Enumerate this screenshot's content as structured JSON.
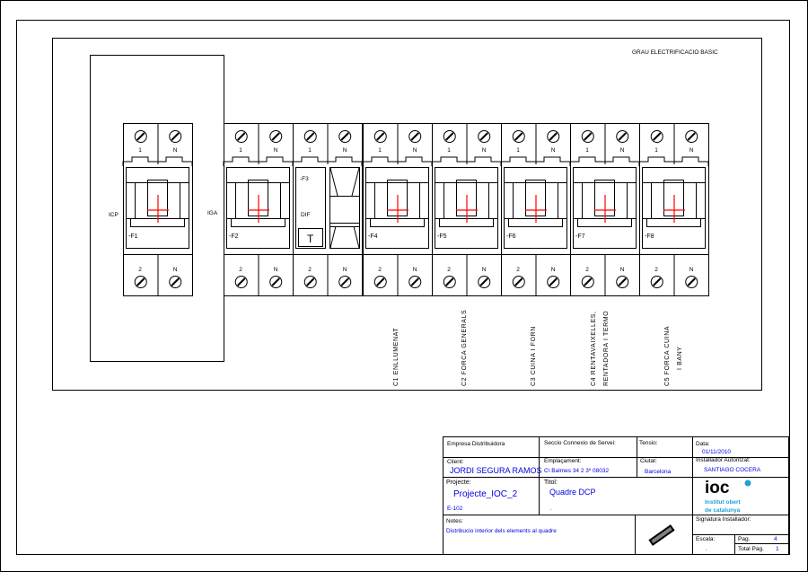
{
  "panel": {
    "title": "GRAU ELECTRIFICACIO BASIC",
    "icp_label": "ICP",
    "iga_label": "IGA",
    "differential_label": "DIF",
    "test_button": "T",
    "modules": [
      {
        "tag": "-F1",
        "type": "breaker",
        "top": [
          "1",
          "N"
        ],
        "bottom": [
          "2",
          "N"
        ]
      },
      {
        "tag": "-F2",
        "type": "breaker",
        "top": [
          "1",
          "N"
        ],
        "bottom": [
          "2",
          "N"
        ]
      },
      {
        "tag": "-F3",
        "type": "differential",
        "top": [
          "1",
          "N"
        ],
        "bottom": [
          "2",
          "N"
        ]
      },
      {
        "tag": "-F4",
        "type": "breaker",
        "top": [
          "1",
          "N"
        ],
        "bottom": [
          "2",
          "N"
        ]
      },
      {
        "tag": "-F5",
        "type": "breaker",
        "top": [
          "1",
          "N"
        ],
        "bottom": [
          "2",
          "N"
        ]
      },
      {
        "tag": "-F6",
        "type": "breaker",
        "top": [
          "1",
          "N"
        ],
        "bottom": [
          "2",
          "N"
        ]
      },
      {
        "tag": "-F7",
        "type": "breaker",
        "top": [
          "1",
          "N"
        ],
        "bottom": [
          "2",
          "N"
        ]
      },
      {
        "tag": "-F8",
        "type": "breaker",
        "top": [
          "1",
          "N"
        ],
        "bottom": [
          "2",
          "N"
        ]
      }
    ],
    "circuits": [
      [
        "C1 ENLLUMENAT"
      ],
      [
        "C2 FORCA GENERALS"
      ],
      [
        "C3 CUINA I FORN"
      ],
      [
        "C4 RENTAVAIXELLES,",
        "RENTADORA I TERMO"
      ],
      [
        "C5 FORCA CUINA",
        "I BANY"
      ]
    ]
  },
  "title_block": {
    "empresa_label": "Empresa Distribuidora",
    "seccio_label": "Seccio Connexio de Servei:",
    "tensio_label": "Tensio:",
    "data_label": "Data:",
    "data_value": "01/11/2010",
    "client_label": "Client:",
    "client_value": "JORDI SEGURA RAMOS",
    "emplacament_label": "Emplaçament:",
    "emplacament_value": "C\\ Balmes 34 2 3º  08032",
    "ciutat_label": "Ciutat:",
    "ciutat_value": "Barcelona",
    "installador_label": "Installador Autoritzat:",
    "installador_value": "SANTIAGO COCERA",
    "projecte_label": "Projecte:",
    "projecte_value": "Projecte_IOC_2",
    "projecte_code": "E-102",
    "titol_label": "Titol:",
    "titol_value": "Quadre DCP",
    "titol_sub": ".",
    "logo_text": "ioc",
    "logo_sub1": "Institut obert",
    "logo_sub2": "de catalunya",
    "notes_label": "Notes:",
    "notes_value": "Distribucio interior dels elements al quadre",
    "signatura_label": "Signatura Installador:",
    "escala_label": "Escala:",
    "escala_value": ".",
    "pag_label": "Pag.",
    "pag_value": "4",
    "total_label": "Total Pag.",
    "total_value": "1"
  },
  "colors": {
    "accent": "#0000e0",
    "cross": "#ff0000",
    "logo": "#1f9fd8"
  }
}
